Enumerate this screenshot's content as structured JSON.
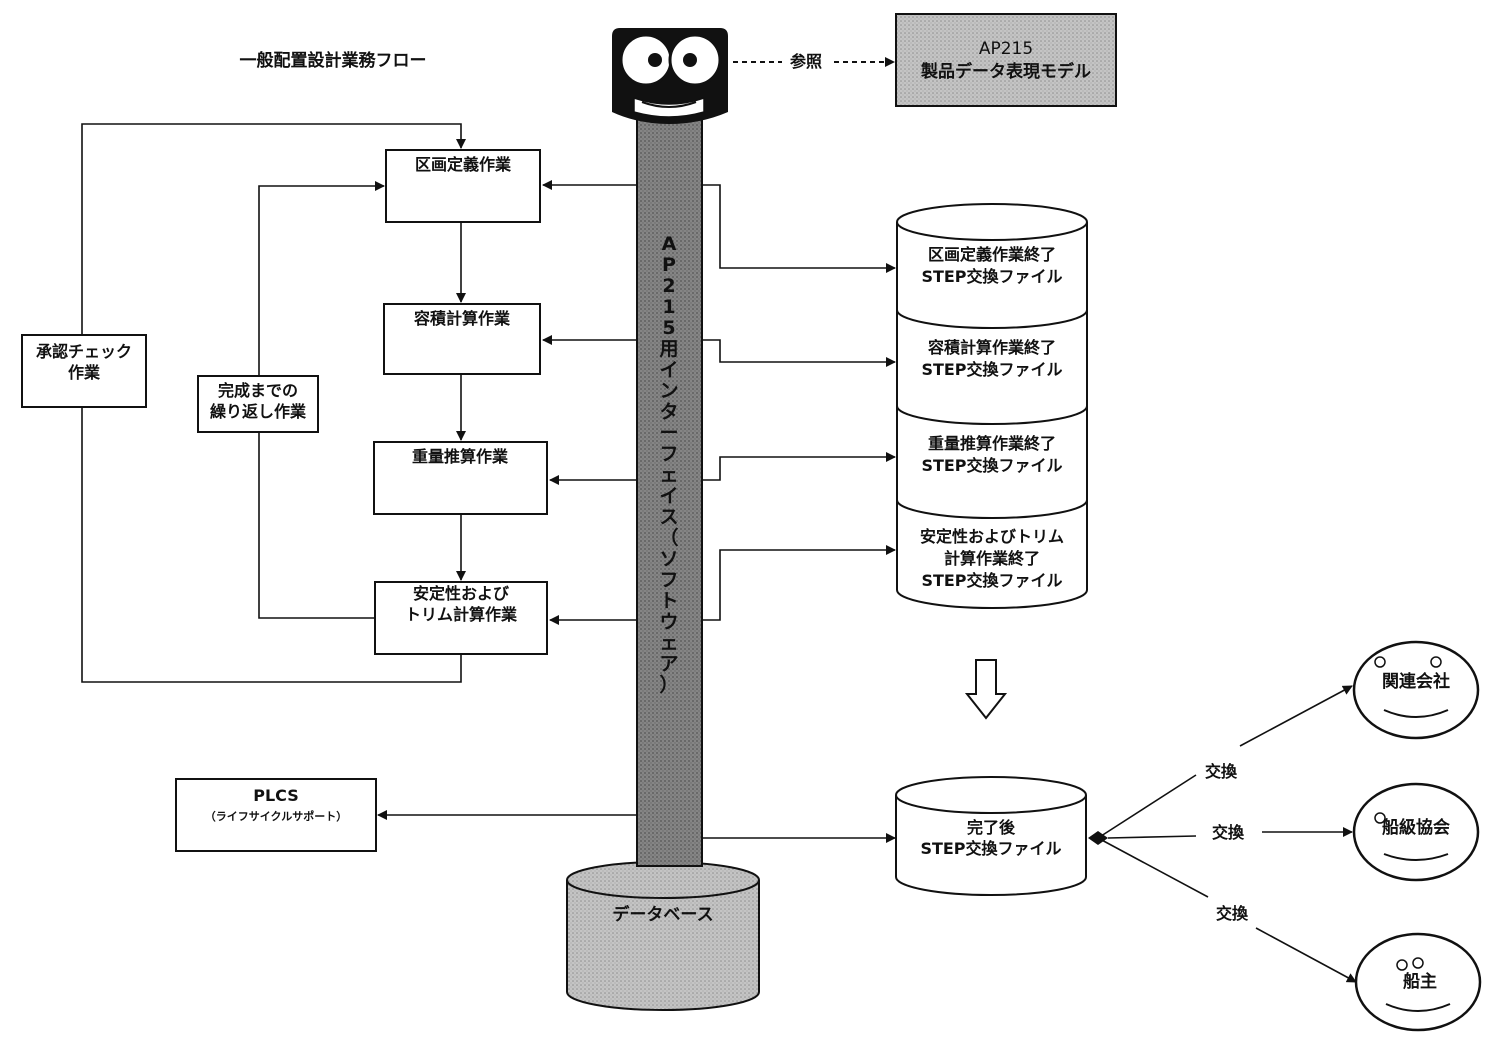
{
  "diagram_title": "一般配置設計業務フロー",
  "reference": {
    "label": "参照",
    "model_line1": "AP215",
    "model_line2": "製品データ表現モデル"
  },
  "interface_column_label": "AP215用インターフェイス（ソフトウェア）",
  "tasks": [
    {
      "lines": [
        "区画定義作業"
      ]
    },
    {
      "lines": [
        "容積計算作業"
      ]
    },
    {
      "lines": [
        "重量推算作業"
      ]
    },
    {
      "lines": [
        "安定性および",
        "トリム計算作業"
      ]
    }
  ],
  "approval_box": {
    "lines": [
      "承認チェック",
      "作業"
    ]
  },
  "repeat_box": {
    "lines": [
      "完成までの",
      "繰り返し作業"
    ]
  },
  "step_files": [
    {
      "lines": [
        "区画定義作業終了",
        "STEP交換ファイル"
      ]
    },
    {
      "lines": [
        "容積計算作業終了",
        "STEP交換ファイル"
      ]
    },
    {
      "lines": [
        "重量推算作業終了",
        "STEP交換ファイル"
      ]
    },
    {
      "lines": [
        "安定性およびトリム",
        "計算作業終了",
        "STEP交換ファイル"
      ]
    }
  ],
  "plcs": {
    "line1": "PLCS",
    "line2": "（ライフサイクルサポート）"
  },
  "database": "データベース",
  "final_file": {
    "lines": [
      "完了後",
      "STEP交換ファイル"
    ]
  },
  "exchange_label": "交換",
  "partners": [
    "関連会社",
    "船級協会",
    "船主"
  ],
  "colors": {
    "ink": "#111111",
    "gray_fill": "#c8c8c8",
    "column_fill": "#8a8a8a",
    "face_fill": "#111111"
  }
}
